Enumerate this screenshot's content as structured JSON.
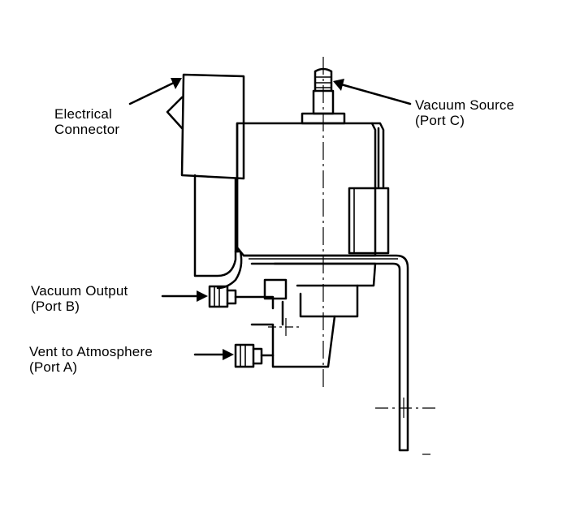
{
  "labels": {
    "electrical_connector": {
      "line1": "Electrical",
      "line2": "Connector"
    },
    "vacuum_source": {
      "line1": "Vacuum Source",
      "line2": "(Port C)"
    },
    "vacuum_output": {
      "line1": "Vacuum Output",
      "line2": "(Port B)"
    },
    "vent_to_atmosphere": {
      "line1": "Vent to Atmosphere",
      "line2": "(Port A)"
    }
  },
  "colors": {
    "ink": "#000000",
    "background": "#ffffff"
  }
}
